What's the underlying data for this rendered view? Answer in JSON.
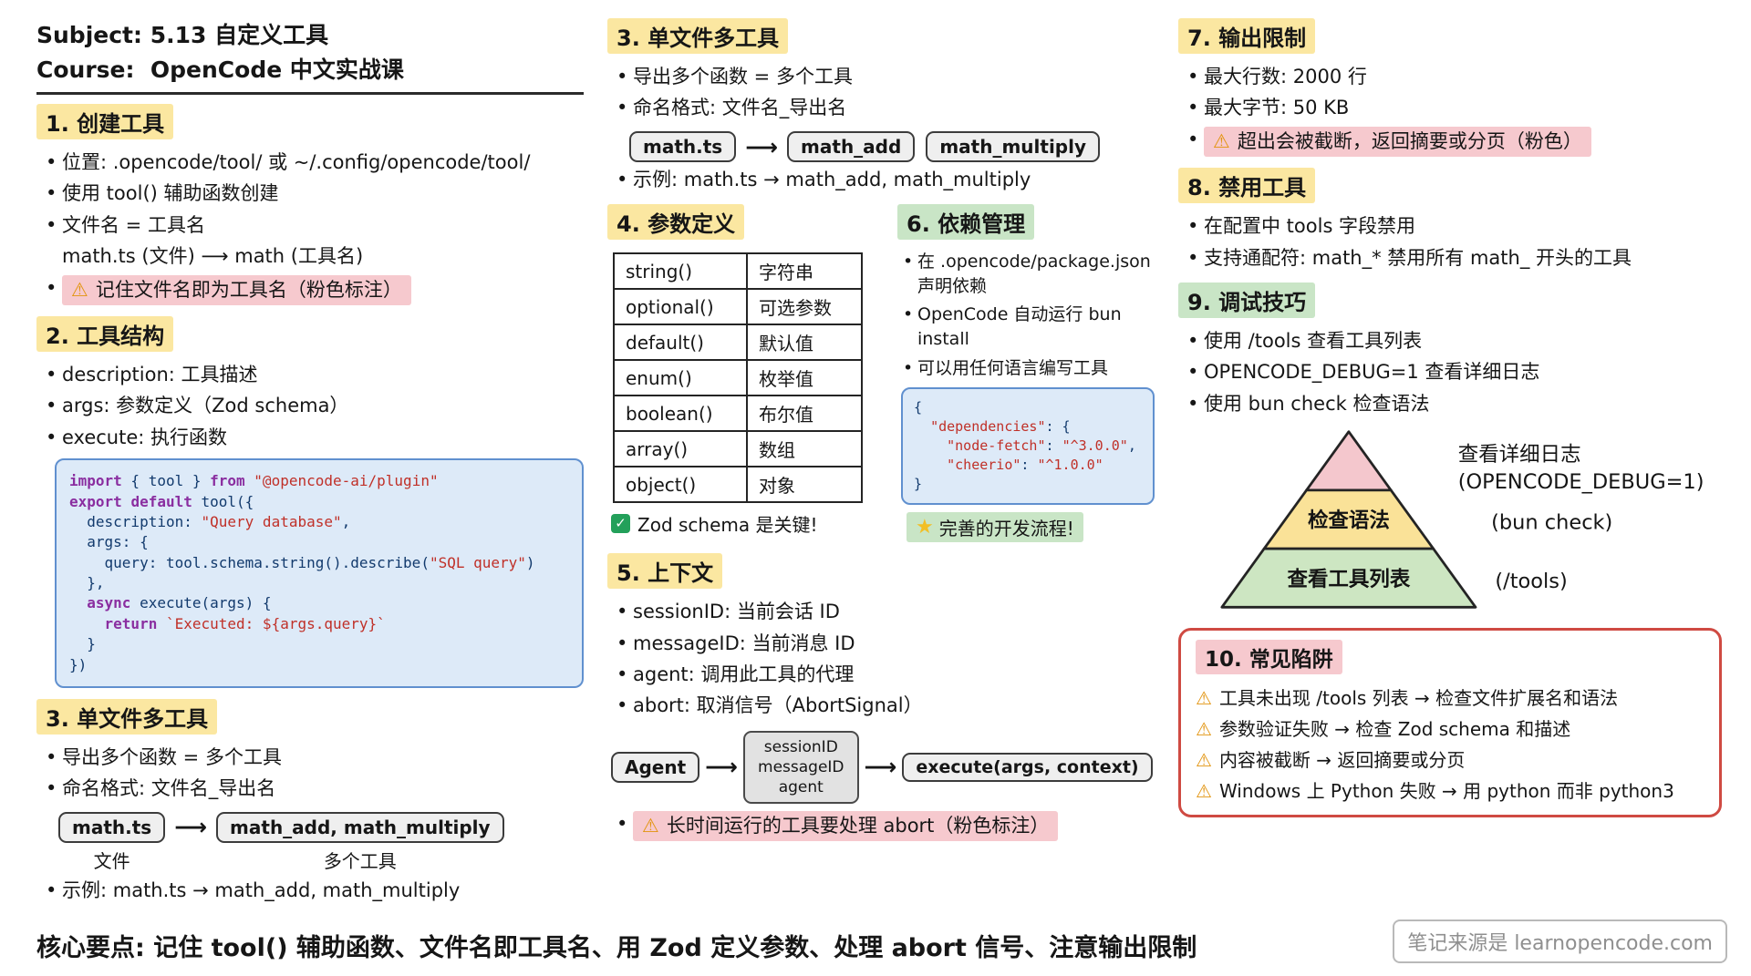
{
  "header": {
    "subject": "Subject: 5.13 自定义工具",
    "course": "Course:  OpenCode 中文实战课"
  },
  "icons": {
    "warning": "⚠",
    "check": "✓",
    "star": "★",
    "long_arrow": "⟶"
  },
  "colors": {
    "yellow": "#fbe7a1",
    "green": "#c9e5c6",
    "pink": "#f6c9ce",
    "code_bg": "#ddeaf8",
    "code_border": "#6090cf",
    "code_text": "#123a6d",
    "kw": "#8a2ea0",
    "str": "#c03028",
    "red": "#cf4a42",
    "pill_bg": "#efefef",
    "ctx_bg": "#e2e2e2",
    "source_gray": "#8f8f8f"
  },
  "sections": {
    "create": {
      "title": "1. 创建工具",
      "bullets": [
        "位置: .opencode/tool/ 或 ~/.config/opencode/tool/",
        "使用 tool() 辅助函数创建",
        "文件名 = 工具名"
      ],
      "mapping": "math.ts (文件) ⟶ math (工具名)",
      "warning": "记住文件名即为工具名（粉色标注）"
    },
    "structure": {
      "title": "2. 工具结构",
      "bullets": [
        "description: 工具描述",
        "args: 参数定义（Zod schema）",
        "execute: 执行函数"
      ],
      "code": [
        "import { tool } from \"@opencode-ai/plugin\"",
        "export default tool({",
        "  description: \"Query database\",",
        "  args: {",
        "    query: tool.schema.string().describe(\"SQL query\")",
        "  },",
        "  async execute(args) {",
        "    return `Executed: ${args.query}`",
        "  }",
        "})"
      ]
    },
    "multi_left": {
      "title": "3. 单文件多工具",
      "bullets": [
        "导出多个函数 = 多个工具",
        "命名格式: 文件名_导出名"
      ],
      "file_pill": "math.ts",
      "file_caption": "文件",
      "tools_pill": "math_add, math_multiply",
      "tools_caption": "多个工具",
      "example": "示例: math.ts → math_add, math_multiply"
    },
    "multi_mid": {
      "title": "3. 单文件多工具",
      "bullets": [
        "导出多个函数 = 多个工具",
        "命名格式: 文件名_导出名"
      ],
      "file_pill": "math.ts",
      "tool_pill_1": "math_add",
      "tool_pill_2": "math_multiply",
      "example": "示例: math.ts → math_add, math_multiply"
    },
    "params": {
      "title": "4. 参数定义",
      "rows": [
        {
          "fn": "string()",
          "desc": "字符串"
        },
        {
          "fn": "optional()",
          "desc": "可选参数"
        },
        {
          "fn": "default()",
          "desc": "默认值"
        },
        {
          "fn": "enum()",
          "desc": "枚举值"
        },
        {
          "fn": "boolean()",
          "desc": "布尔值"
        },
        {
          "fn": "array()",
          "desc": "数组"
        },
        {
          "fn": "object()",
          "desc": "对象"
        }
      ],
      "note": "Zod schema 是关键!"
    },
    "deps": {
      "title": "6. 依赖管理",
      "bullets": [
        "在 .opencode/package.json 声明依赖",
        "OpenCode 自动运行 bun install",
        "可以用任何语言编写工具"
      ],
      "code": [
        "{",
        "  \"dependencies\": {",
        "    \"node-fetch\": \"^3.0.0\",",
        "    \"cheerio\": \"^1.0.0\"",
        "}"
      ],
      "note": "完善的开发流程!"
    },
    "context": {
      "title": "5. 上下文",
      "bullets": [
        "sessionID: 当前会话 ID",
        "messageID: 当前消息 ID",
        "agent: 调用此工具的代理",
        "abort: 取消信号（AbortSignal）"
      ],
      "flow": {
        "agent": "Agent",
        "ctx": [
          "sessionID",
          "messageID",
          "agent"
        ],
        "execute": "execute(args, context)"
      },
      "warning": "长时间运行的工具要处理 abort（粉色标注）"
    },
    "output": {
      "title": "7. 输出限制",
      "bullets": [
        "最大行数: 2000 行",
        "最大字节: 50 KB"
      ],
      "warning": "超出会被截断，返回摘要或分页（粉色）"
    },
    "disable": {
      "title": "8. 禁用工具",
      "bullets": [
        "在配置中 tools 字段禁用",
        "支持通配符: math_* 禁用所有 math_ 开头的工具"
      ]
    },
    "debug": {
      "title": "9. 调试技巧",
      "bullets": [
        "使用 /tools 查看工具列表",
        "OPENCODE_DEBUG=1 查看详细日志",
        "使用 bun check 检查语法"
      ],
      "pyramid": {
        "top_label_1": "查看详细日志",
        "top_label_2": "(OPENCODE_DEBUG=1)",
        "mid_text": "检查语法",
        "mid_label": "(bun check)",
        "bottom_text": "查看工具列表",
        "bottom_label": "(/tools)"
      }
    },
    "pitfalls": {
      "title": "10. 常见陷阱",
      "items": [
        "工具未出现 /tools 列表 → 检查文件扩展名和语法",
        "参数验证失败 → 检查 Zod schema 和描述",
        "内容被截断 → 返回摘要或分页",
        "Windows 上 Python 失败 → 用 python 而非 python3"
      ]
    }
  },
  "footer": {
    "summary": "核心要点: 记住 tool() 辅助函数、文件名即工具名、用 Zod 定义参数、处理 abort 信号、注意输出限制",
    "source": "笔记来源是 learnopencode.com"
  }
}
